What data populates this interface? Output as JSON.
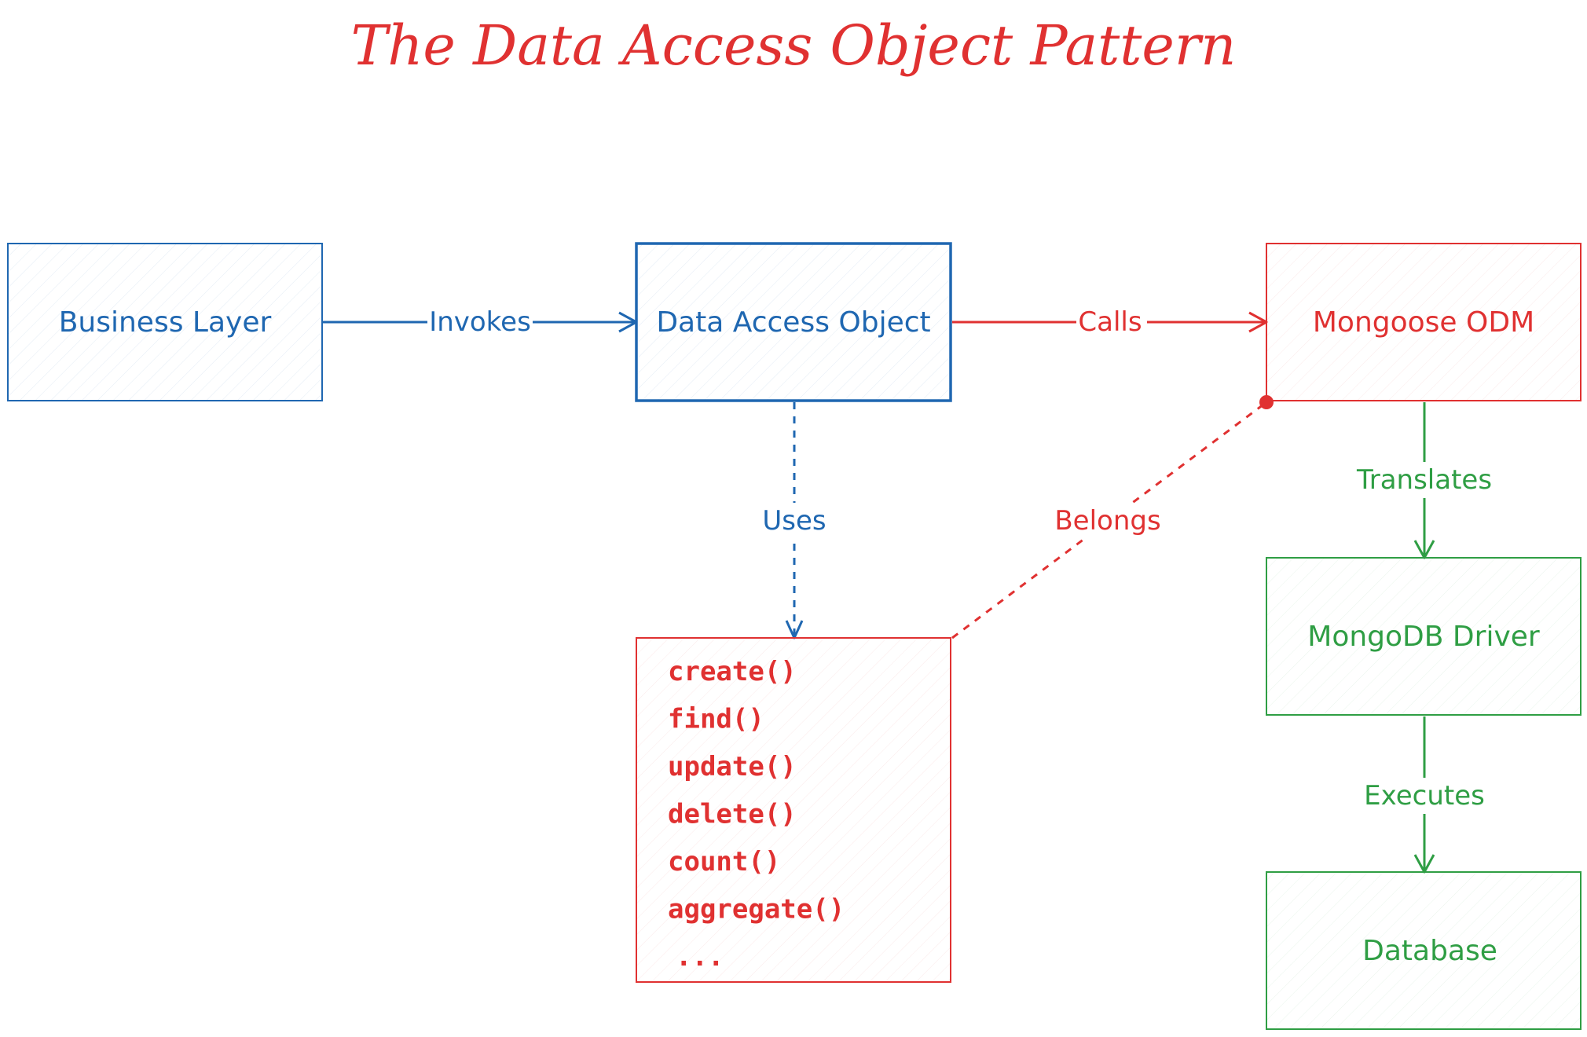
{
  "title": "The Data Access Object Pattern",
  "colors": {
    "blue": "#1f67b1",
    "red": "#e03131",
    "green": "#2f9e44",
    "white": "#ffffff"
  },
  "nodes": {
    "business_layer": "Business Layer",
    "dao": "Data Access Object",
    "mongoose": "Mongoose ODM",
    "driver": "MongoDB Driver",
    "database": "Database"
  },
  "methods": [
    "create()",
    "find()",
    "update()",
    "delete()",
    "count()",
    "aggregate()",
    "..."
  ],
  "edges": {
    "invokes": "Invokes",
    "calls": "Calls",
    "uses": "Uses",
    "belongs": "Belongs",
    "translates": "Translates",
    "executes": "Executes"
  }
}
